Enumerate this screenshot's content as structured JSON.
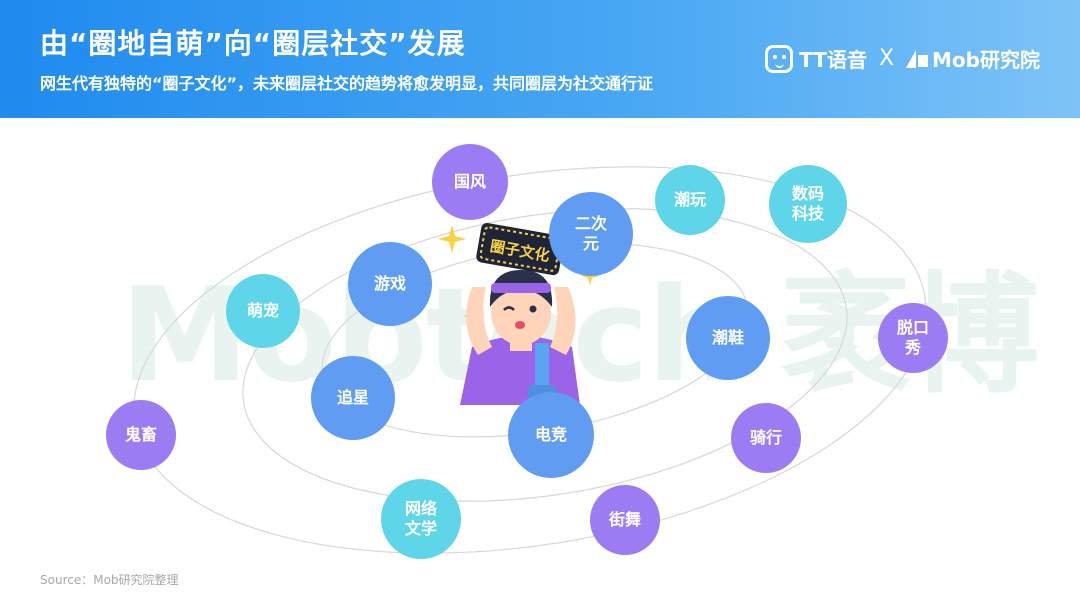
{
  "header": {
    "title": "由“圈地自萌”向“圈层社交”发展",
    "subtitle": "网生代有独特的“圈子文化”，未来圈层社交的趋势将愈发明显，共同圈层为社交通行证",
    "logo_left": "TT语音",
    "logo_separator": "X",
    "logo_right": "Mob研究院"
  },
  "watermark": "Mobtech 袤博",
  "center_sign": "圈子文化",
  "bubbles": [
    {
      "label": "国风",
      "color": "purple"
    },
    {
      "label": "潮玩",
      "color": "cyan"
    },
    {
      "label": "数码\n科技",
      "color": "cyan"
    },
    {
      "label": "二次\n元",
      "color": "blue"
    },
    {
      "label": "游戏",
      "color": "blue"
    },
    {
      "label": "萌宠",
      "color": "cyan"
    },
    {
      "label": "潮鞋",
      "color": "blue"
    },
    {
      "label": "脱口\n秀",
      "color": "purple"
    },
    {
      "label": "追星",
      "color": "blue"
    },
    {
      "label": "鬼畜",
      "color": "purple"
    },
    {
      "label": "电竞",
      "color": "blue"
    },
    {
      "label": "骑行",
      "color": "purple"
    },
    {
      "label": "网络\n文学",
      "color": "cyan"
    },
    {
      "label": "街舞",
      "color": "purple"
    }
  ],
  "colors": {
    "blue": "#5f9cf2",
    "purple": "#9c7cf3",
    "cyan": "#5ed5e8",
    "header": "#1f8bef"
  },
  "source": "Source：Mob研究院整理"
}
